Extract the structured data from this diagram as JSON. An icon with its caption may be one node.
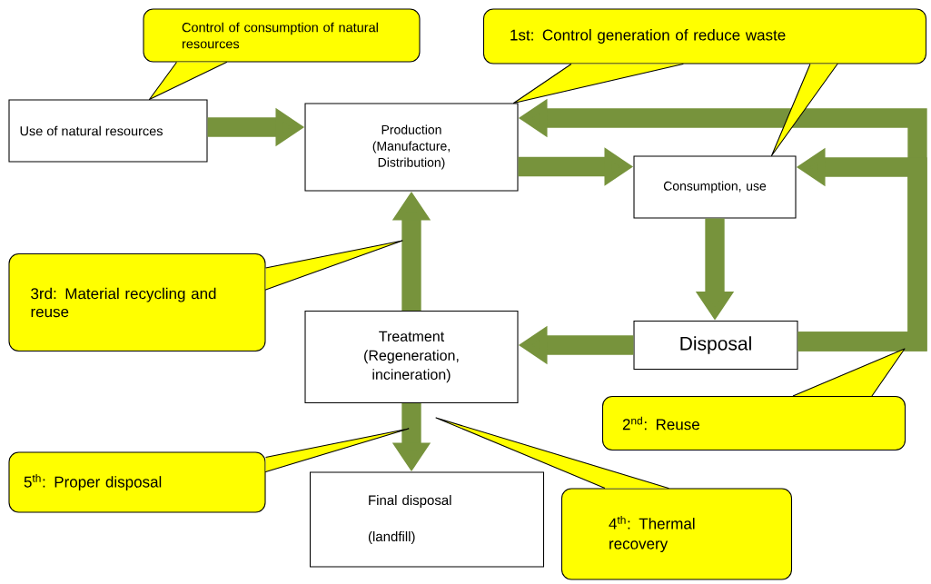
{
  "diagram": {
    "nodes": [
      {
        "text": [
          "Use of natural resources"
        ]
      },
      {
        "text": [
          "Production (Manufacture, Distribution)"
        ]
      },
      {
        "text": [
          "Consumption, use"
        ]
      },
      {
        "text": [
          "Disposal"
        ]
      },
      {
        "text": [
          "Treatment (Regeneration, incineration)"
        ]
      },
      {
        "text": [
          "Final disposal (landfill)"
        ]
      },
      {
        "text": [
          "Control of consumption of natural resources"
        ]
      },
      {
        "text": [
          "1st: Control generation of reduce waste"
        ]
      },
      {
        "text": [
          "3rd: Material recycling and reuse"
        ]
      },
      {
        "text": [
          "2$^{nd}$: Reuse"
        ]
      },
      {
        "text": [
          "5$^{th}$: Proper disposal"
        ]
      },
      {
        "text": [
          "4$^{th}$: Thermal recovery"
        ]
      }
    ],
    "edges": [
      {
        "from": 0,
        "to": 1,
        "arrow": "to"
      },
      {
        "from": 1,
        "to": 2,
        "arrow": "to"
      },
      {
        "from": 2,
        "to": 3,
        "arrow": "to"
      },
      {
        "from": 3,
        "to": 4,
        "arrow": "to"
      },
      {
        "from": 4,
        "to": 1,
        "arrow": "to"
      },
      {
        "from": 4,
        "to": 5,
        "arrow": "to"
      },
      {
        "from": 3,
        "to": 1,
        "arrow": "to"
      },
      {
        "from": 3,
        "to": 2,
        "arrow": "to"
      },
      {
        "from": 6,
        "to": 0,
        "arrow": "none",
        "color": "#000000"
      },
      {
        "from": 7,
        "to": 1,
        "arrow": "none",
        "color": "#000000"
      },
      {
        "from": 7,
        "to": 2,
        "arrow": "none",
        "color": "#000000"
      },
      {
        "from": 8,
        "to": null,
        "arrow": "none",
        "color": "#000000"
      },
      {
        "from": 9,
        "to": null,
        "arrow": "none",
        "color": "#000000"
      },
      {
        "from": 10,
        "to": null,
        "arrow": "none",
        "color": "#000000"
      },
      {
        "from": 11,
        "to": null,
        "arrow": "none",
        "color": "#000000"
      }
    ]
  }
}
